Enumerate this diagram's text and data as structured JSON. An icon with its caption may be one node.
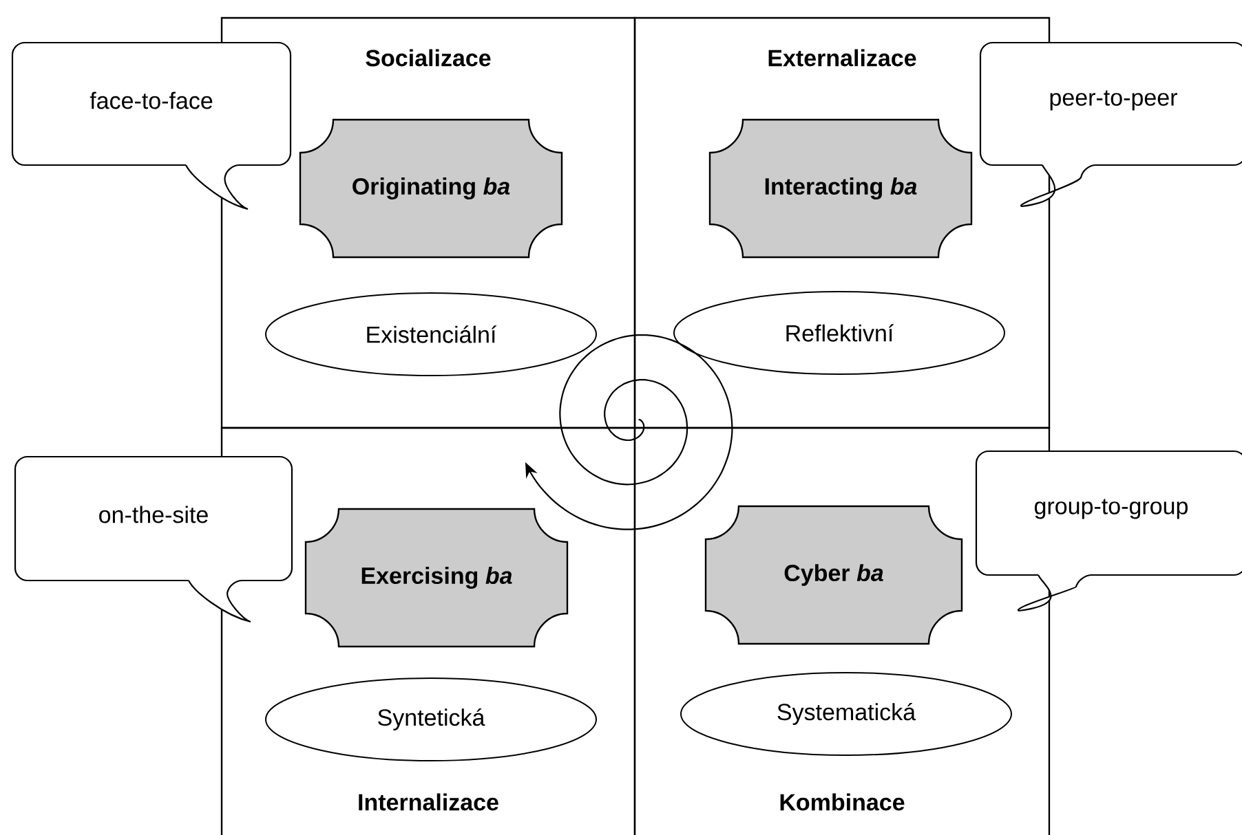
{
  "diagram": {
    "nodes": [
      {
        "text": [
          "Socializace"
        ]
      },
      {
        "text": [
          "Originating *ba*"
        ],
        "in": 0
      },
      {
        "text": [
          "Existenciální"
        ],
        "in": 0
      },
      {
        "text": [
          "Externalizace"
        ]
      },
      {
        "text": [
          "Interacting *ba*"
        ],
        "in": 3
      },
      {
        "text": [
          "Reflektivní"
        ],
        "in": 3
      },
      {
        "text": [
          "Internalizace"
        ]
      },
      {
        "text": [
          "Exercising *ba*"
        ],
        "in": 6
      },
      {
        "text": [
          "Syntetická"
        ],
        "in": 6
      },
      {
        "text": [
          "Kombinace"
        ]
      },
      {
        "text": [
          "Cyber *ba*"
        ],
        "in": 9
      },
      {
        "text": [
          "Systematická"
        ],
        "in": 9
      },
      {
        "text": [
          "face-to-face"
        ]
      },
      {
        "text": [
          "peer-to-peer"
        ]
      },
      {
        "text": [
          "on-the-site"
        ]
      },
      {
        "text": [
          "group-to-group"
        ]
      }
    ]
  }
}
